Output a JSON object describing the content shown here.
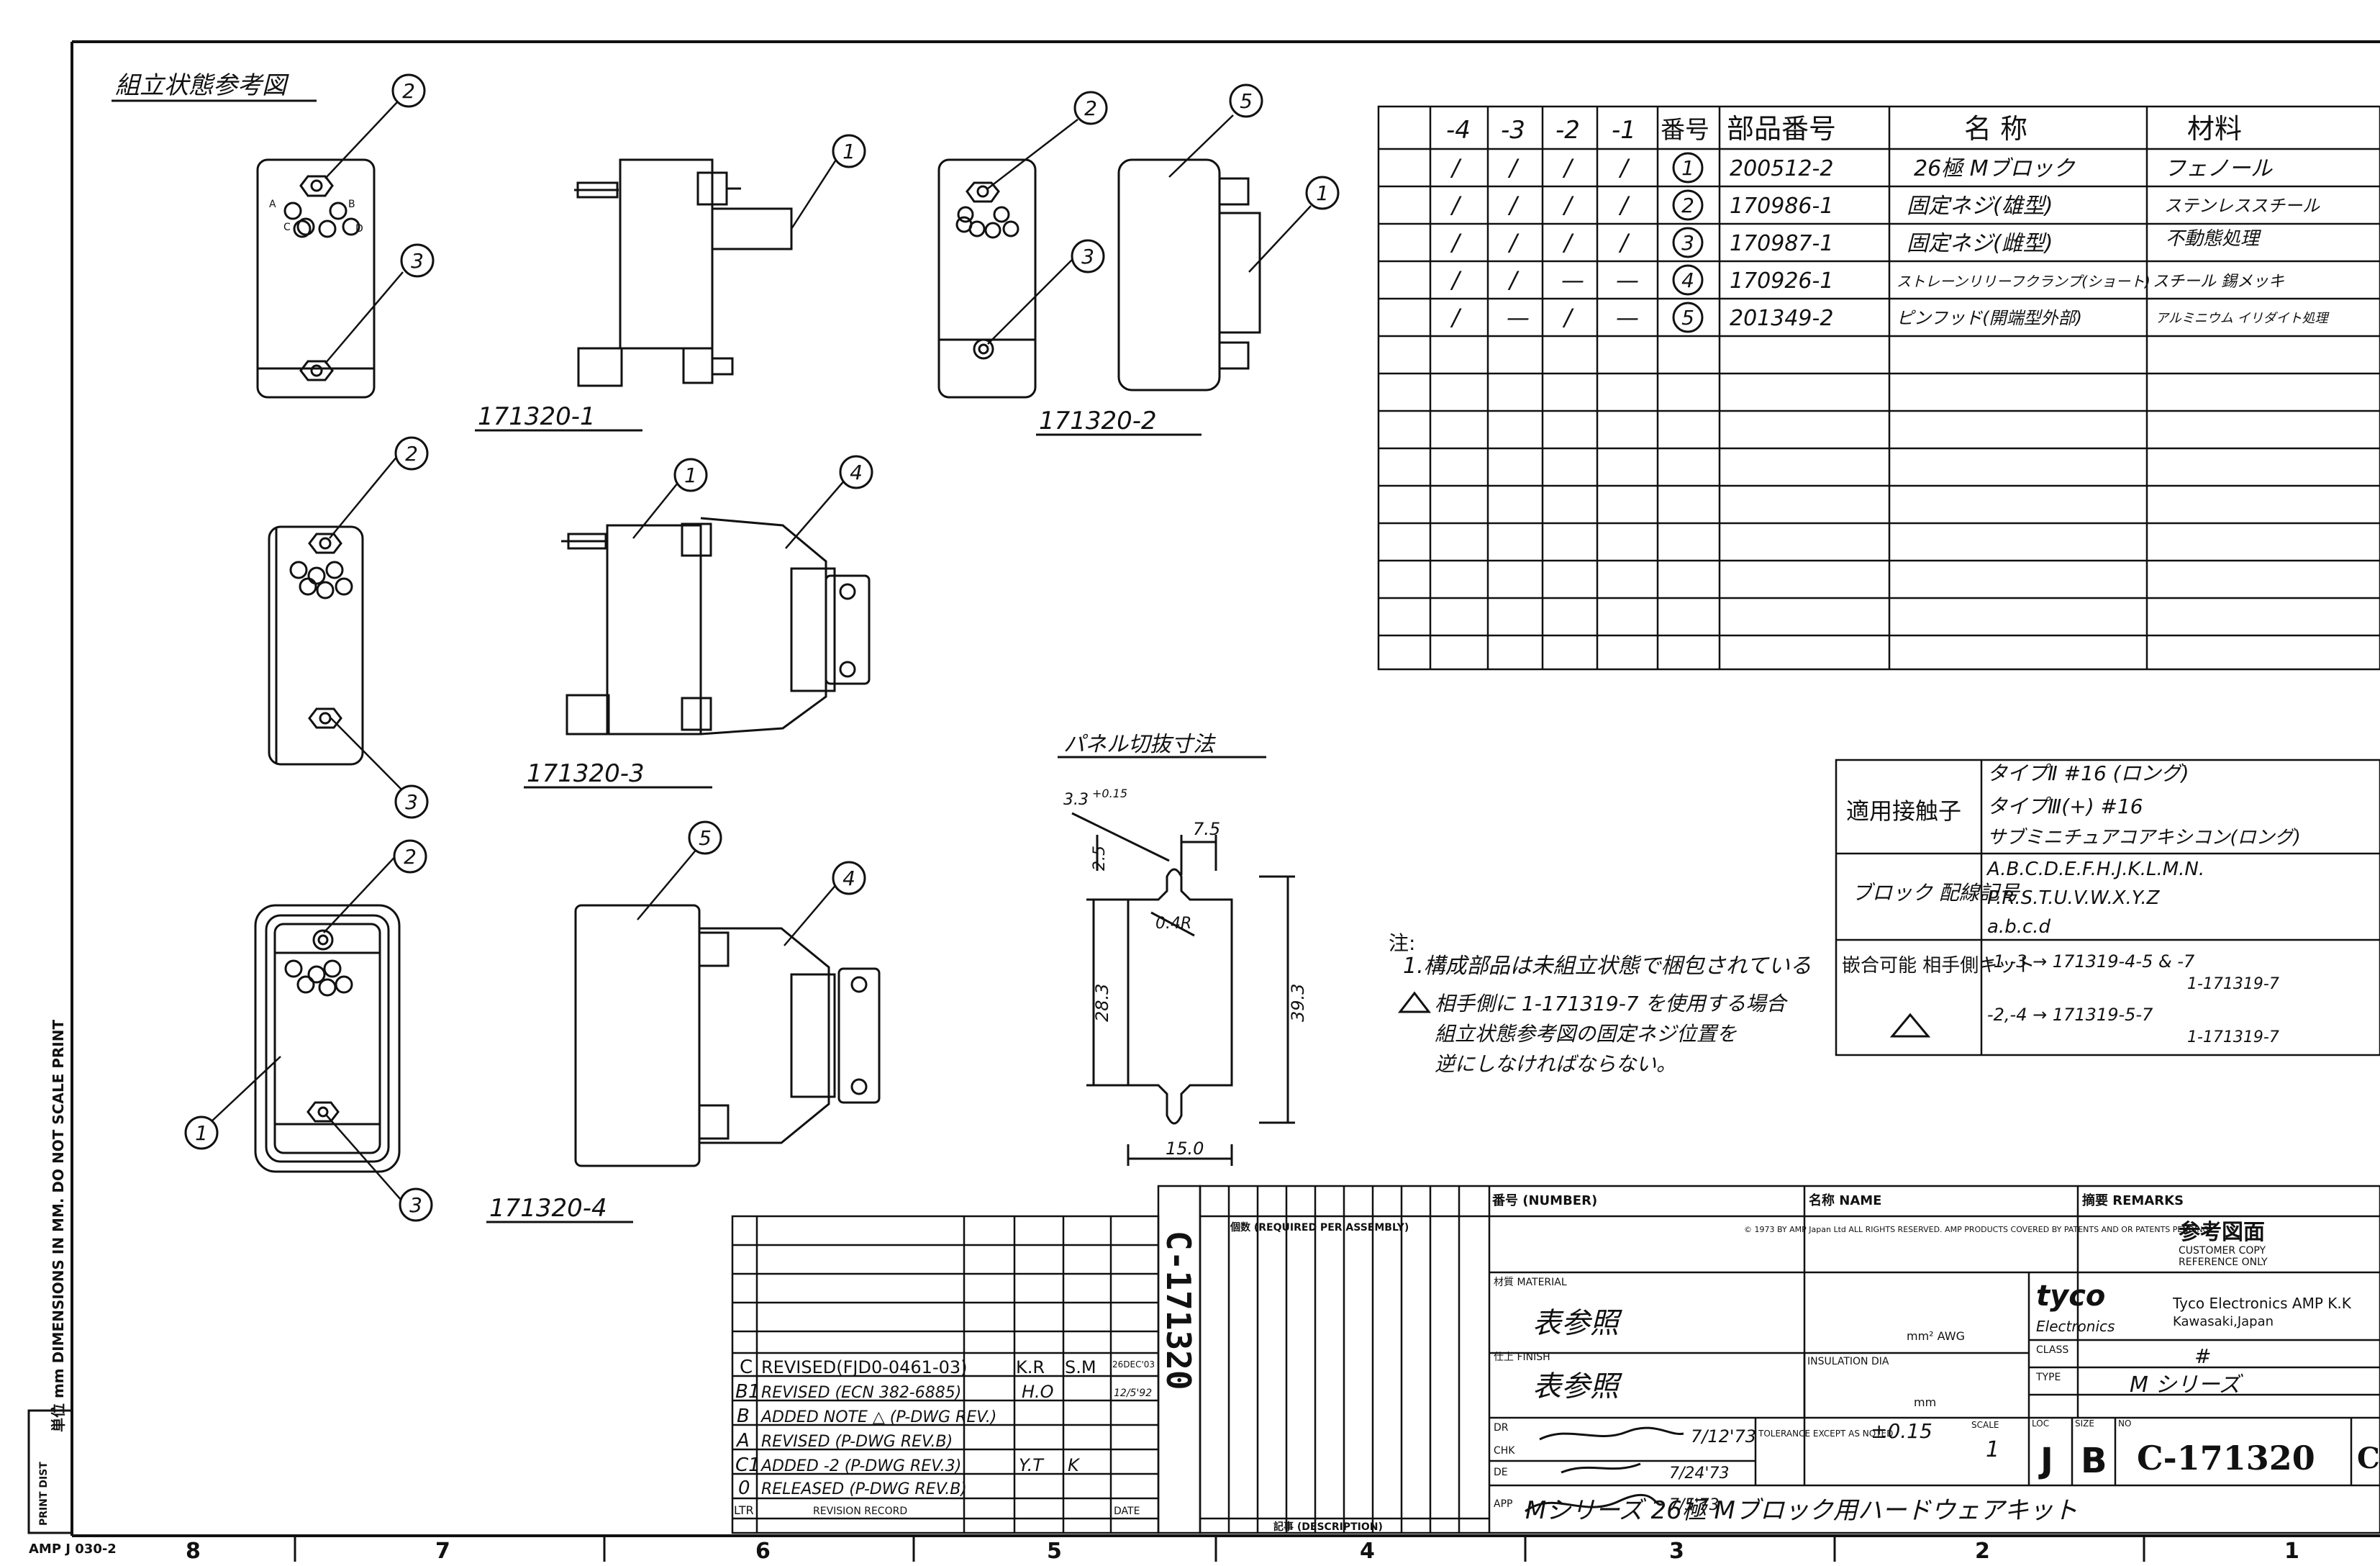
{
  "title_note": "組立状態参考図",
  "views": [
    {
      "label": "171320-1"
    },
    {
      "label": "171320-2"
    },
    {
      "label": "171320-3"
    },
    {
      "label": "171320-4"
    }
  ],
  "balloons": [
    "1",
    "2",
    "3",
    "4",
    "5"
  ],
  "contact_letters": [
    "A",
    "B",
    "C",
    "D"
  ],
  "panel_cutout": {
    "title": "パネル切抜寸法",
    "dim_hole": "3.3",
    "dim_hole_tol": "+0.15",
    "dim_25": "2.5",
    "dim_75": "7.5",
    "dim_r": "0.4R",
    "dim_283": "28.3",
    "dim_393": "39.3",
    "dim_150": "15.0"
  },
  "bom": {
    "headers": [
      "-4",
      "-3",
      "-2",
      "-1",
      "番号",
      "部品番号",
      "名 称",
      "材料"
    ],
    "rows": [
      {
        "c4": "/",
        "c3": "/",
        "c2": "/",
        "c1": "/",
        "no": "1",
        "part": "200512-2",
        "name": "26極 Mブロック",
        "mat": "フェノール"
      },
      {
        "c4": "/",
        "c3": "/",
        "c2": "/",
        "c1": "/",
        "no": "2",
        "part": "170986-1",
        "name": "固定ネジ(雄型)",
        "mat": "ステンレススチール"
      },
      {
        "c4": "/",
        "c3": "/",
        "c2": "/",
        "c1": "/",
        "no": "3",
        "part": "170987-1",
        "name": "固定ネジ(雌型)",
        "mat": "不動態処理"
      },
      {
        "c4": "/",
        "c3": "/",
        "c2": "—",
        "c1": "—",
        "no": "4",
        "part": "170926-1",
        "name": "ストレーンリリーフクランプ(ショート)",
        "mat": "スチール 錫メッキ"
      },
      {
        "c4": "/",
        "c3": "—",
        "c2": "/",
        "c1": "—",
        "no": "5",
        "part": "201349-2",
        "name": "ピンフッド(開端型外部)",
        "mat": "アルミニウム イリダイト処理"
      }
    ]
  },
  "applicable": {
    "label1": "適用接触子",
    "val1a": "タイプⅡ #16 (ロング)",
    "val1b": "タイプⅢ(+) #16",
    "val1c": "サブミニチュアコアキシコン(ロング)",
    "label2": "ブロック 配線記号",
    "val2a": "A.B.C.D.E.F.H.J.K.L.M.N.",
    "val2b": "P.R.S.T.U.V.W.X.Y.Z",
    "val2c": "a.b.c.d",
    "label3": "嵌合可能 相手側キット",
    "val3a": "-1 -3 → 171319-4-5 & -7",
    "val3b": "1-171319-7",
    "val3c": "-2,-4 → 171319-5-7",
    "val3d": "1-171319-7"
  },
  "notes": {
    "head": "注:",
    "n1": "1.構成部品は未組立状態で梱包されている",
    "n2a": "相手側に 1-171319-7 を使用する場合",
    "n2b": "組立状態参考図の固定ネジ位置を",
    "n2c": "逆にしなければならない。"
  },
  "revisions": [
    {
      "ltr": "C",
      "desc": "REVISED(FJD0-0461-03)",
      "by": "K.R",
      "chk": "S.M",
      "date": "26DEC'03"
    },
    {
      "ltr": "B1",
      "desc": "REVISED (ECN 382-6885)",
      "by": "H.O",
      "chk": "",
      "date": "12/5'92"
    },
    {
      "ltr": "B",
      "desc": "ADDED NOTE △ (P-DWG REV.)",
      "by": "",
      "chk": "",
      "date": ""
    },
    {
      "ltr": "A",
      "desc": "REVISED (P-DWG REV.B)",
      "by": "",
      "chk": "",
      "date": ""
    },
    {
      "ltr": "C1",
      "desc": "ADDED -2 (P-DWG REV.3)",
      "by": "Y.T",
      "chk": "K",
      "date": ""
    },
    {
      "ltr": "0",
      "desc": "RELEASED (P-DWG REV.B)",
      "by": "",
      "chk": "",
      "date": ""
    }
  ],
  "rev_footer": {
    "ltr": "LTR",
    "rec": "REVISION RECORD",
    "date": "DATE"
  },
  "title_block": {
    "number_label": "番号 (NUMBER)",
    "name_label": "名称 NAME",
    "remarks_label": "摘要 REMARKS",
    "req_label": "個数 (REQUIRED PER ASSEMBLY)",
    "desc_label": "記事 (DESCRIPTION)",
    "copyright": "© 1973 BY AMP Japan Ltd ALL RIGHTS RESERVED. AMP PRODUCTS COVERED BY PATENTS AND OR PATENTS PENDING",
    "ref_title": "参考図面",
    "ref_sub1": "CUSTOMER COPY",
    "ref_sub2": "REFERENCE ONLY",
    "material_label": "材質 MATERIAL",
    "material_val": "表参照",
    "finish_label": "仕上 FINISH",
    "finish_val": "表参照",
    "wire_label": "mm² AWG",
    "ins_label": "INSULATION DIA",
    "mm_label": "mm",
    "brand": "tyco",
    "brand_sub": "Electronics",
    "company": "Tyco Electronics AMP K.K",
    "city": "Kawasaki,Japan",
    "class_label": "CLASS",
    "class_val": "#",
    "type_label": "TYPE",
    "type_val": "M シリーズ",
    "tol_label": "TOLERANCE EXCEPT AS NOTED",
    "tol_val": "±0.15",
    "scale_label": "SCALE",
    "scale_val": "1",
    "dr": "DR",
    "chk": "CHK",
    "de": "DE",
    "app": "APP",
    "dr_date": "7/12'73",
    "chk_date": "7/24'73",
    "app_date": "7/5'73",
    "loc": "LOC",
    "size_label": "SIZE",
    "no_label": "NO",
    "loc_val": "J",
    "size_val": "B",
    "dwg_no": "C-171320",
    "rev_val": "C",
    "name_val": "Mシリーズ 26極 Mブロック用ハードウェアキット",
    "side_number": "C-171320"
  },
  "margin": {
    "note": "単位 mm DIMENSIONS IN MM. DO NOT SCALE PRINT",
    "print_dist": "PRINT DIST",
    "form": "AMP J 030-2"
  },
  "zones": [
    "8",
    "7",
    "6",
    "5",
    "4",
    "3",
    "2",
    "1"
  ]
}
